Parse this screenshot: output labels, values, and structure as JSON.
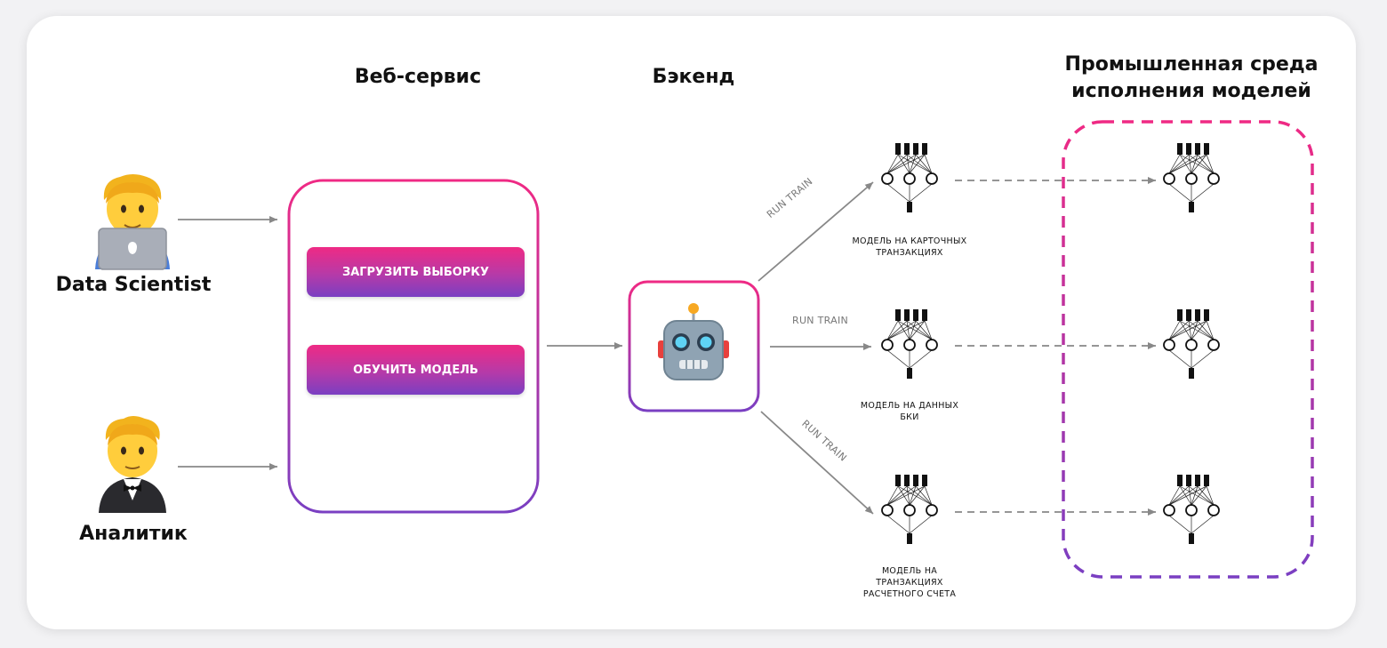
{
  "headings": {
    "web_service": "Веб-сервис",
    "backend": "Бэкенд",
    "prod_env_line1": "Промышленная среда",
    "prod_env_line2": "исполнения моделей"
  },
  "actors": {
    "data_scientist": "Data Scientist",
    "analyst": "Аналитик"
  },
  "buttons": {
    "upload_sample": "ЗАГРУЗИТЬ ВЫБОРКУ",
    "train_model": "ОБУЧИТЬ МОДЕЛЬ"
  },
  "run_train": [
    "RUN TRAIN",
    "RUN TRAIN",
    "RUN TRAIN"
  ],
  "models": [
    {
      "line1": "МОДЕЛЬ НА КАРТОЧНЫХ",
      "line2": "ТРАНЗАКЦИЯХ",
      "line3": ""
    },
    {
      "line1": "МОДЕЛЬ НА ДАННЫХ",
      "line2": "БКИ",
      "line3": ""
    },
    {
      "line1": "МОДЕЛЬ НА",
      "line2": "ТРАНЗАКЦИЯХ",
      "line3": "РАСЧЕТНОГО СЧЕТА"
    }
  ],
  "colors": {
    "accent_pink": "#ef2a84",
    "accent_purple": "#7a3fc2",
    "arrow_gray": "#888888"
  },
  "icons": {
    "data_scientist": "man-technologist-emoji",
    "analyst": "man-in-tuxedo-emoji",
    "backend": "robot-emoji",
    "model": "neural-network-icon"
  }
}
